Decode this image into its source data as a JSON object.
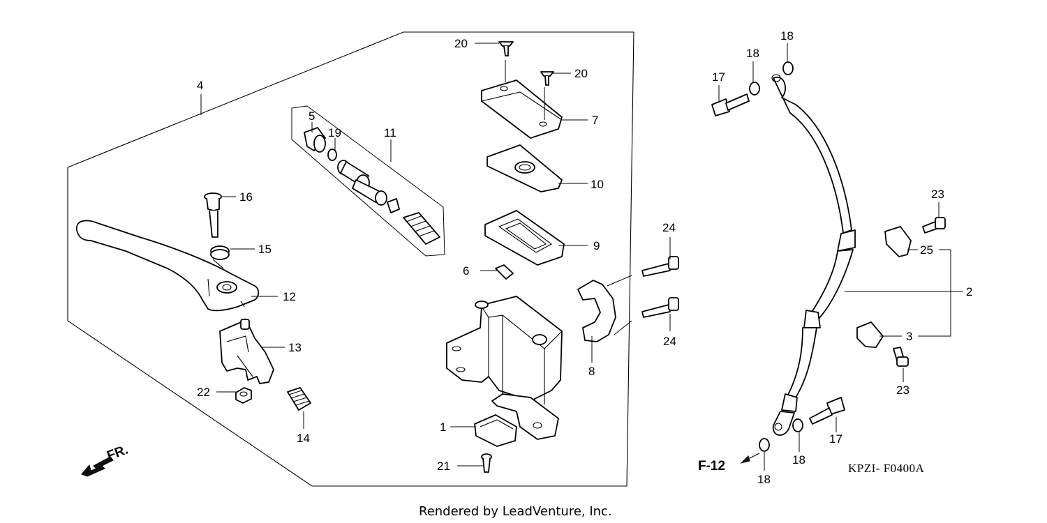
{
  "diagram": {
    "callouts": [
      "1",
      "2",
      "3",
      "4",
      "5",
      "6",
      "7",
      "8",
      "9",
      "10",
      "11",
      "12",
      "13",
      "14",
      "15",
      "16",
      "17",
      "18",
      "19",
      "20",
      "21",
      "22",
      "23",
      "24",
      "25"
    ],
    "reference": "F-12",
    "direction": "FR.",
    "code": "KPZI- F0400A",
    "credit": "Rendered by LeadVenture, Inc."
  }
}
